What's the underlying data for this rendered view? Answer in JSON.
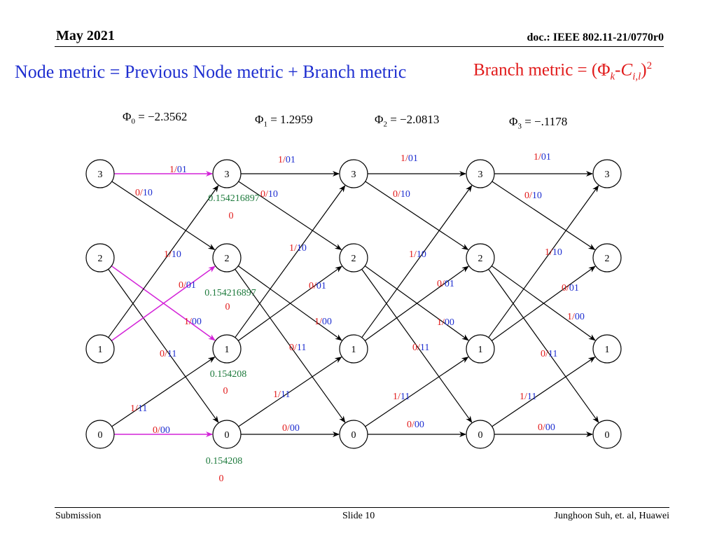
{
  "header": {
    "date": "May 2021",
    "doc": "doc.: IEEE 802.11-21/0770r0"
  },
  "title": {
    "left": "Node metric = Previous Node metric + Branch metric",
    "right_prefix": "Branch metric = (Φ",
    "right_k": "k",
    "right_dash": "-",
    "right_C": "C",
    "right_sub": "i,l",
    "right_close": ")",
    "right_sup": "2"
  },
  "phis": [
    {
      "base": "Φ",
      "sub": "0",
      "value": "= −2.3562"
    },
    {
      "base": "Φ",
      "sub": "1",
      "value": "= 1.2959"
    },
    {
      "base": "Φ",
      "sub": "2",
      "value": "= −2.0813"
    },
    {
      "base": "Φ",
      "sub": "3",
      "value": "= −.1178"
    }
  ],
  "states": [
    "3",
    "2",
    "1",
    "0"
  ],
  "columns": 5,
  "colors": {
    "input_bit": "#e11a1a",
    "output_bits": "#1f2fd0",
    "metric": "#1d7a3c",
    "highlight": "#d323d8",
    "edge": "#000000"
  },
  "branch_labels": [
    {
      "in": "1",
      "out": "01"
    },
    {
      "in": "0",
      "out": "10"
    },
    {
      "in": "0",
      "out": "10"
    },
    {
      "in": "1",
      "out": "10"
    },
    {
      "in": "0",
      "out": "01"
    },
    {
      "in": "1",
      "out": "00"
    },
    {
      "in": "0",
      "out": "11"
    },
    {
      "in": "1",
      "out": "11"
    },
    {
      "in": "0",
      "out": "00"
    },
    {
      "in": "1",
      "out": "01"
    },
    {
      "in": "1",
      "out": "10"
    },
    {
      "in": "0",
      "out": "01"
    },
    {
      "in": "1",
      "out": "00"
    },
    {
      "in": "0",
      "out": "11"
    },
    {
      "in": "1",
      "out": "11"
    },
    {
      "in": "0",
      "out": "00"
    },
    {
      "in": "1",
      "out": "01"
    },
    {
      "in": "0",
      "out": "10"
    },
    {
      "in": "1",
      "out": "10"
    },
    {
      "in": "0",
      "out": "01"
    },
    {
      "in": "1",
      "out": "00"
    },
    {
      "in": "0",
      "out": "11"
    },
    {
      "in": "1",
      "out": "11"
    },
    {
      "in": "0",
      "out": "00"
    },
    {
      "in": "1",
      "out": "01"
    },
    {
      "in": "0",
      "out": "10"
    },
    {
      "in": "1",
      "out": "10"
    },
    {
      "in": "0",
      "out": "01"
    },
    {
      "in": "1",
      "out": "00"
    },
    {
      "in": "0",
      "out": "11"
    },
    {
      "in": "1",
      "out": "11"
    },
    {
      "in": "0",
      "out": "00"
    }
  ],
  "node_metrics": [
    {
      "value": "0.154216897",
      "extra": "0"
    },
    {
      "value": "0.154216897",
      "extra": "0"
    },
    {
      "value": "0.154208",
      "extra": "0"
    },
    {
      "value": "0.154208",
      "extra": "0"
    }
  ],
  "footer": {
    "left": "Submission",
    "center": "Slide 10",
    "right": "Junghoon Suh, et. al, Huawei"
  }
}
